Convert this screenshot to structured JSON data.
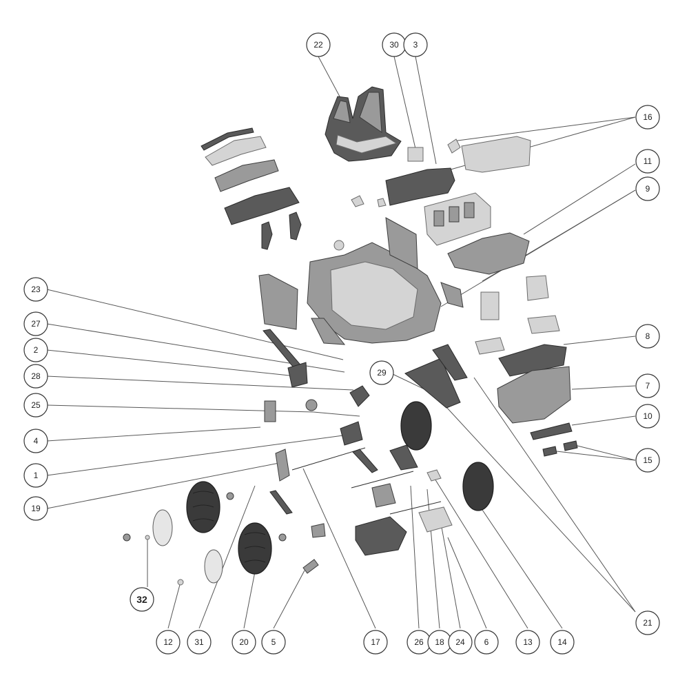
{
  "callouts": {
    "c22": "22",
    "c30": "30",
    "c3": "3",
    "c16": "16",
    "c11": "11",
    "c9": "9",
    "c23": "23",
    "c27": "27",
    "c2": "2",
    "c28": "28",
    "c29": "29",
    "c25": "25",
    "c4": "4",
    "c1": "1",
    "c19": "19",
    "c8": "8",
    "c7": "7",
    "c10": "10",
    "c15": "15",
    "c32": "32",
    "c12": "12",
    "c31": "31",
    "c20": "20",
    "c5": "5",
    "c17": "17",
    "c26": "26",
    "c18": "18",
    "c24": "24",
    "c6": "6",
    "c13": "13",
    "c14": "14",
    "c21": "21"
  },
  "colors": {
    "part": "#9a9a9a",
    "part_dark": "#5a5a5a",
    "tire": "#3a3a3a"
  }
}
